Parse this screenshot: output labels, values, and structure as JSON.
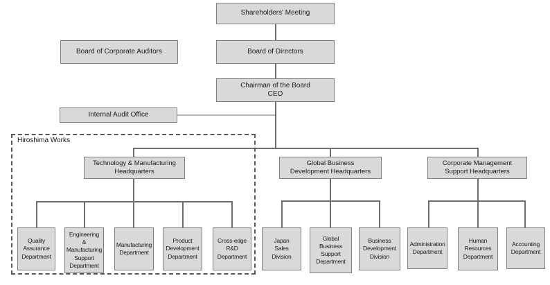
{
  "palette": {
    "box_fill": "#d9d9d9",
    "box_border": "#7f7f7f",
    "connector_line": "#6e6e6e",
    "audit_connector_line": "#b8b8b8",
    "dashed_region_border": "#595959",
    "text": "#1a1a1a",
    "background": "#ffffff"
  },
  "nodes": {
    "shareholders_meeting": "Shareholders' Meeting",
    "board_of_corporate_auditors": "Board of Corporate Auditors",
    "board_of_directors": "Board of Directors",
    "chairman_ceo": "Chairman of the Board\nCEO",
    "internal_audit_office": "Internal Audit Office"
  },
  "region": {
    "label": "Hiroshima Works"
  },
  "headquarters": [
    {
      "label": "Technology & Manufacturing\nHeadquarters"
    },
    {
      "label": "Global Business\nDevelopment Headquarters"
    },
    {
      "label": "Corporate Management\nSupport Headquarters"
    }
  ],
  "departments": [
    {
      "label": "Quality\nAssurance\nDepartment",
      "group": "Technology & Manufacturing Headquarters"
    },
    {
      "label": "Engineering\n&\nManufacturing\nSupport\nDepartment",
      "group": "Technology & Manufacturing Headquarters"
    },
    {
      "label": "Manufacturing\nDepartment",
      "group": "Technology & Manufacturing Headquarters"
    },
    {
      "label": "Product\nDevelopment\nDepartment",
      "group": "Technology & Manufacturing Headquarters"
    },
    {
      "label": "Cross-edge\nR&D\nDepartment",
      "group": "Technology & Manufacturing Headquarters"
    },
    {
      "label": "Japan\nSales\nDivision",
      "group": "Global Business Development Headquarters"
    },
    {
      "label": "Global\nBusiness\nSupport\nDepartment",
      "group": "Global Business Development Headquarters"
    },
    {
      "label": "Business\nDevelopment\nDivision",
      "group": "Global Business Development Headquarters"
    },
    {
      "label": "Administration\nDepartment",
      "group": "Corporate Management Support Headquarters"
    },
    {
      "label": "Human\nResources\nDepartment",
      "group": "Corporate Management Support Headquarters"
    },
    {
      "label": "Accounting\nDepartment",
      "group": "Corporate Management Support Headquarters"
    }
  ]
}
